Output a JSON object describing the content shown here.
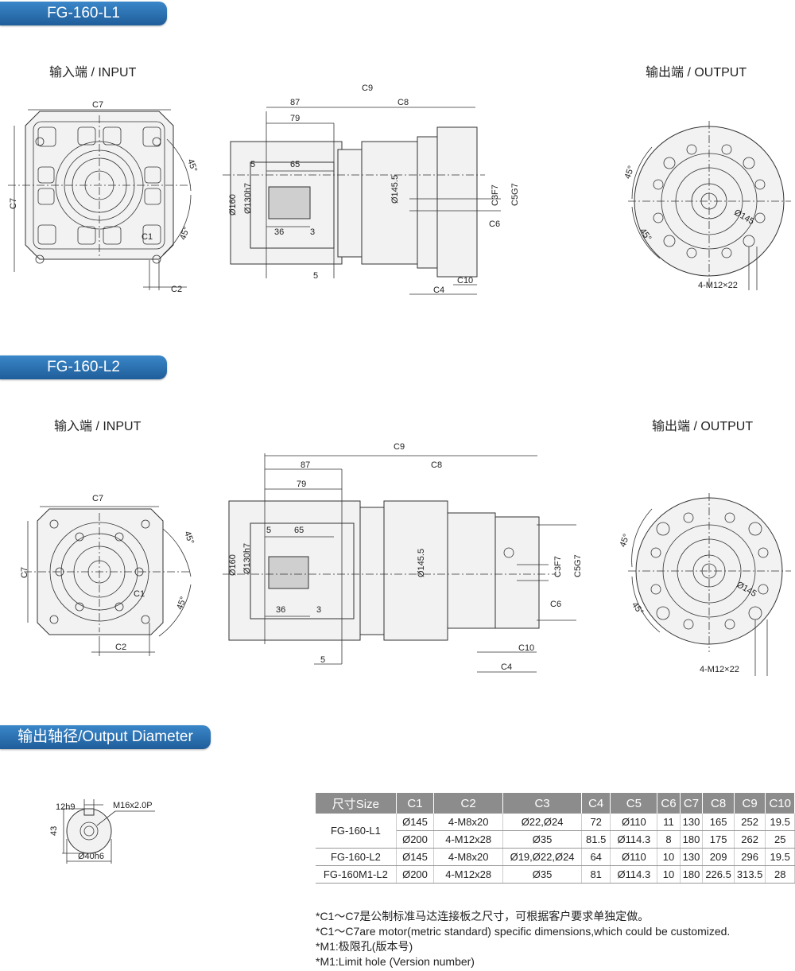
{
  "sections": [
    {
      "banner": "FG-160-L1",
      "input_label": "输入端 / INPUT",
      "output_label": "输出端 / OUTPUT"
    },
    {
      "banner": "FG-160-L2",
      "input_label": "输入端 / INPUT",
      "output_label": "输出端 / OUTPUT"
    }
  ],
  "dims": {
    "c1": "C1",
    "c2": "C2",
    "c3f7": "C3F7",
    "c4": "C4",
    "c5g7": "C5G7",
    "c6": "C6",
    "c7": "C7",
    "c8": "C8",
    "c9": "C9",
    "c10": "C10",
    "d87": "87",
    "d79": "79",
    "d5": "5",
    "d65": "65",
    "d36": "36",
    "d3": "3",
    "phi160": "Ø160",
    "phi130": "Ø130h7",
    "phi1455": "Ø145.5",
    "phi145": "Ø145",
    "angle45": "45°",
    "bolt": "4-M12×22"
  },
  "shaft_section": {
    "banner": "输出轴径/Output Diameter",
    "key": "12h9",
    "height": "43",
    "thread": "M16x2.0P",
    "dia": "Ø40h6"
  },
  "table": {
    "headers": [
      "尺寸Size",
      "C1",
      "C2",
      "C3",
      "C4",
      "C5",
      "C6",
      "C7",
      "C8",
      "C9",
      "C10"
    ],
    "rows": [
      {
        "size": "FG-160-L1",
        "cells": [
          [
            "Ø145",
            "4-M8x20",
            "Ø22,Ø24",
            "72",
            "Ø110",
            "11",
            "130",
            "165",
            "252",
            "19.5"
          ],
          [
            "Ø200",
            "4-M12x28",
            "Ø35",
            "81.5",
            "Ø114.3",
            "8",
            "180",
            "175",
            "262",
            "25"
          ]
        ]
      },
      {
        "size": "FG-160-L2",
        "cells": [
          [
            "Ø145",
            "4-M8x20",
            "Ø19,Ø22,Ø24",
            "64",
            "Ø110",
            "10",
            "130",
            "209",
            "296",
            "19.5"
          ]
        ]
      },
      {
        "size": "FG-160M1-L2",
        "cells": [
          [
            "Ø200",
            "4-M12x28",
            "Ø35",
            "81",
            "Ø114.3",
            "10",
            "180",
            "226.5",
            "313.5",
            "28"
          ]
        ]
      }
    ]
  },
  "notes": [
    "*C1～C7是公制标准马达连接板之尺寸，可根据客户要求单独定做。",
    "*C1～C7are motor(metric standard) specific dimensions,which could be customized.",
    "*M1:极限孔(版本号)",
    "*M1:Limit hole (Version number)"
  ]
}
